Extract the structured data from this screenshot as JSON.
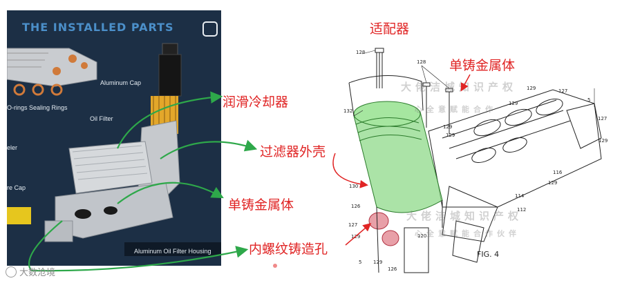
{
  "left_panel": {
    "header": "THE INSTALLED PARTS",
    "parts": [
      "Aluminum Cap",
      "O-rings Sealing Rings",
      "Oil Filter",
      "eler",
      "re Cap",
      "Aluminum Oil Filter Housing"
    ]
  },
  "labels_cn": {
    "adapter": "适配器",
    "single_cast_body_top": "单铸金属体",
    "oil_cooler": "润滑冷却器",
    "filter_shell": "过滤器外壳",
    "single_cast_body_mid": "单铸金属体",
    "threaded_hole": "内螺纹铸造孔"
  },
  "drawing": {
    "refs": [
      "128",
      "128",
      "129",
      "127",
      "5",
      "129",
      "132",
      "129",
      "129",
      "127",
      "129",
      "116",
      "129",
      "130",
      "114",
      "112",
      "126",
      "127",
      "129",
      "120",
      "5",
      "129",
      "126"
    ],
    "fig_label": "FIG. 4"
  },
  "watermarks": [
    "大佬洁城知识产权",
    "心全意赋能合作",
    "大佬洁城知识产权",
    "心全意赋能合作伙伴"
  ],
  "footer": {
    "text": "大数沧境"
  },
  "colors": {
    "panel_bg": "#1c2f45",
    "arrow_green": "#2ea84a",
    "arrow_red": "#e02424",
    "highlight_green": "#8fd98a",
    "highlight_pink": "#e8a0a8"
  }
}
